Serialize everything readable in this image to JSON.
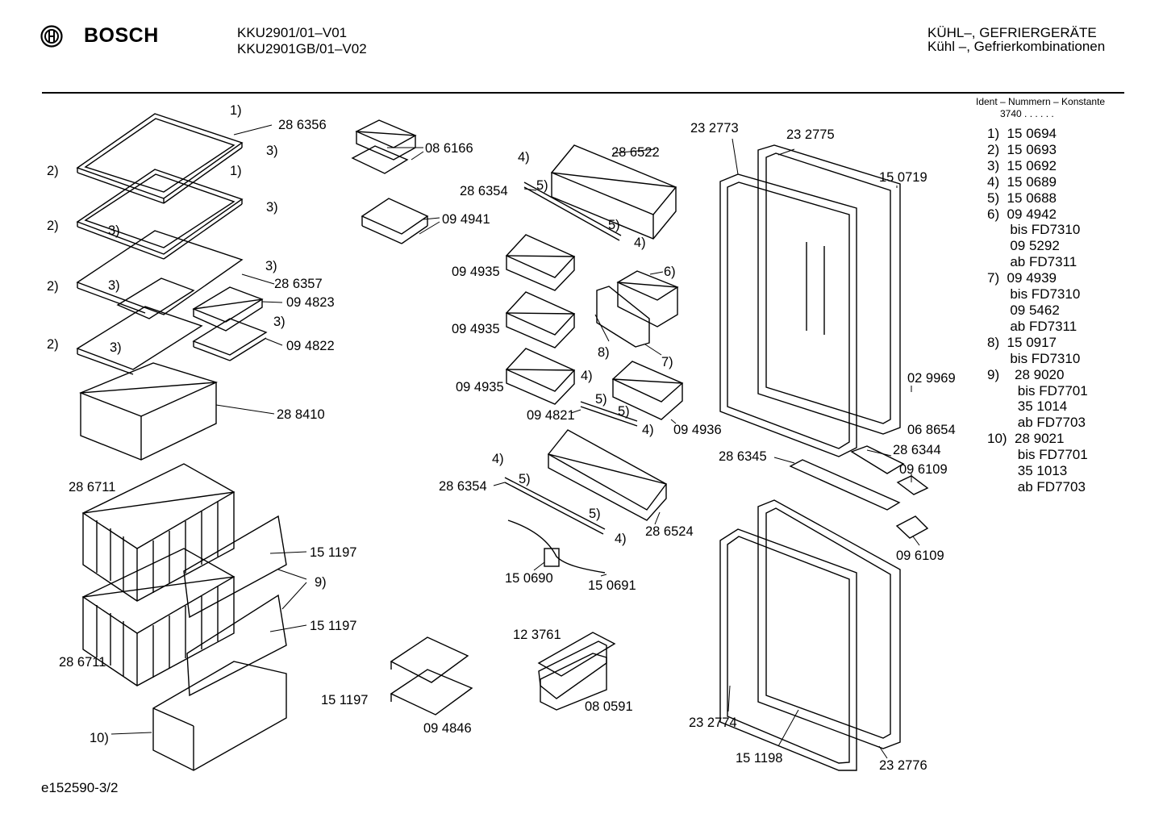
{
  "header": {
    "brand": "BOSCH",
    "model_1": "KKU2901/01–V01",
    "model_2": "KKU2901GB/01–V02",
    "category_1": "KÜHL–, GEFRIERGERÄTE",
    "category_2": "Kühl –, Gefrierkombinationen"
  },
  "ident": {
    "title": "Ident – Nummern – Konstante",
    "value": "3740 .  .  .  .  .  ."
  },
  "legend": [
    "1)  15 0694",
    "2)  15 0693",
    "3)  15 0692",
    "4)  15 0689",
    "5)  15 0688",
    "6)  09 4942",
    "      bis FD7310",
    "      09 5292",
    "      ab FD7311",
    "7)  09 4939",
    "      bis FD7310",
    "      09 5462",
    "      ab FD7311",
    "8)  15 0917",
    "      bis FD7310",
    "9)    28 9020",
    "        bis FD7701",
    "        35 1014",
    "        ab FD7703",
    "10)  28 9021",
    "        bis FD7701",
    "        35 1013",
    "        ab FD7703"
  ],
  "callouts": {
    "c286356": "28 6356",
    "c086166": "08 6166",
    "c094941": "09 4941",
    "c286357": "28 6357",
    "c094823": "09 4823",
    "c094822": "09 4822",
    "c288410": "28 8410",
    "c286711a": "28 6711",
    "c151197a": "15 1197",
    "c9": "9)",
    "c151197b": "15 1197",
    "c286711b": "28 6711",
    "c10": "10)",
    "c286522": "28 6522",
    "c286354a": "28 6354",
    "c094935a": "09 4935",
    "c094935b": "09 4935",
    "c094935c": "09 4935",
    "c094821": "09 4821",
    "c094936": "09 4936",
    "c6": "6)",
    "c7": "7)",
    "c8": "8)",
    "c286354b": "28 6354",
    "c286524": "28 6524",
    "c150690": "15 0690",
    "c150691": "15 0691",
    "c123761": "12 3761",
    "c080591": "08 0591",
    "c151197c": "15 1197",
    "c094846": "09 4846",
    "c232773": "23 2773",
    "c232775": "23 2775",
    "c150719": "15 0719",
    "c029969": "02 9969",
    "c068654": "06 8654",
    "c286344": "28 6344",
    "c286345": "28 6345",
    "c096109a": "09 6109",
    "c096109b": "09 6109",
    "c232774": "23 2774",
    "c151198": "15 1198",
    "c232776": "23 2776"
  },
  "refs": {
    "r1": "1)",
    "r2": "2)",
    "r3": "3)",
    "r4": "4)",
    "r5": "5)"
  },
  "footer": {
    "drawing_id": "e152590-3/2"
  }
}
